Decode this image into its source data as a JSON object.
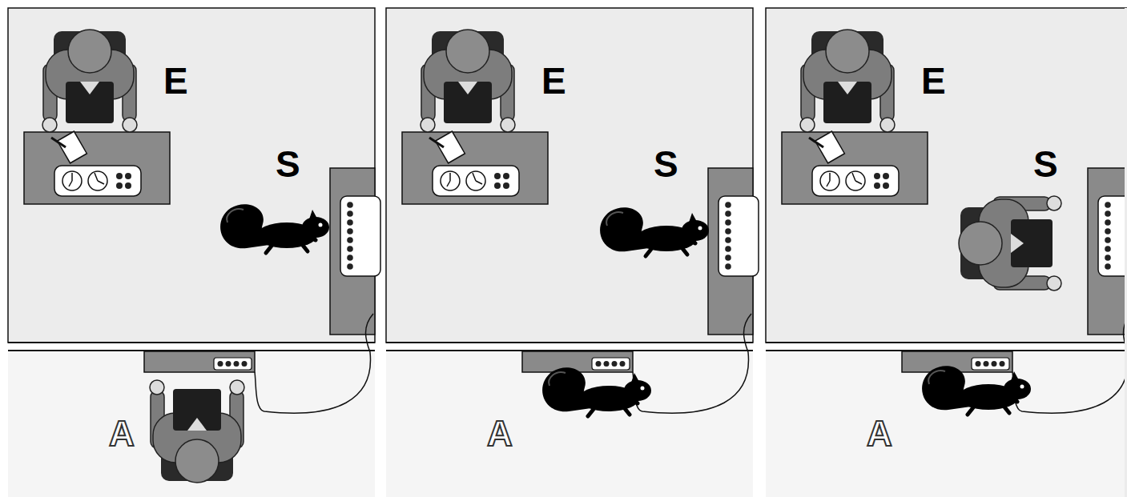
{
  "diagram": {
    "labels": [
      "E",
      "S",
      "A",
      "E",
      "S",
      "A",
      "E",
      "S",
      "A"
    ]
  }
}
